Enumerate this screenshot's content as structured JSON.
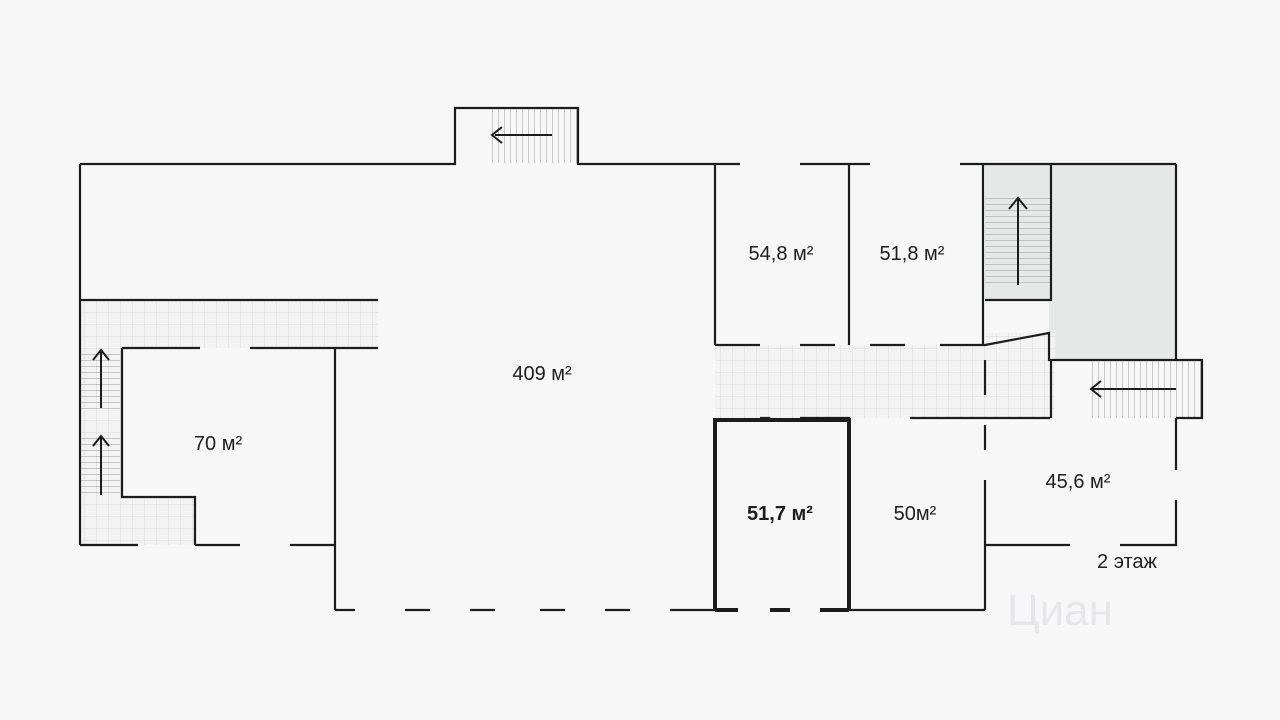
{
  "plan": {
    "floor_label": "2 этаж",
    "watermark": "Циан",
    "colors": {
      "wall": "#1c1c1c",
      "background": "#f7f7f8",
      "corridor_grid": "#d9d9dc",
      "shaded_area": "#e6e8e7",
      "selected_room_outline": "#1c1c1c"
    },
    "rooms": [
      {
        "id": "hall",
        "area": "409 м²",
        "selected": false
      },
      {
        "id": "left",
        "area": "70 м²",
        "selected": false
      },
      {
        "id": "top-a",
        "area": "54,8 м²",
        "selected": false
      },
      {
        "id": "top-b",
        "area": "51,8 м²",
        "selected": false
      },
      {
        "id": "selected",
        "area": "51,7 м²",
        "selected": true
      },
      {
        "id": "mid",
        "area": "50м²",
        "selected": false
      },
      {
        "id": "right",
        "area": "45,6 м²",
        "selected": false
      }
    ],
    "stairs": [
      {
        "id": "top",
        "arrow": "left"
      },
      {
        "id": "left-upper",
        "arrow": "up"
      },
      {
        "id": "left-lower",
        "arrow": "up"
      },
      {
        "id": "right-shaft",
        "arrow": "up"
      },
      {
        "id": "right",
        "arrow": "left"
      }
    ]
  }
}
